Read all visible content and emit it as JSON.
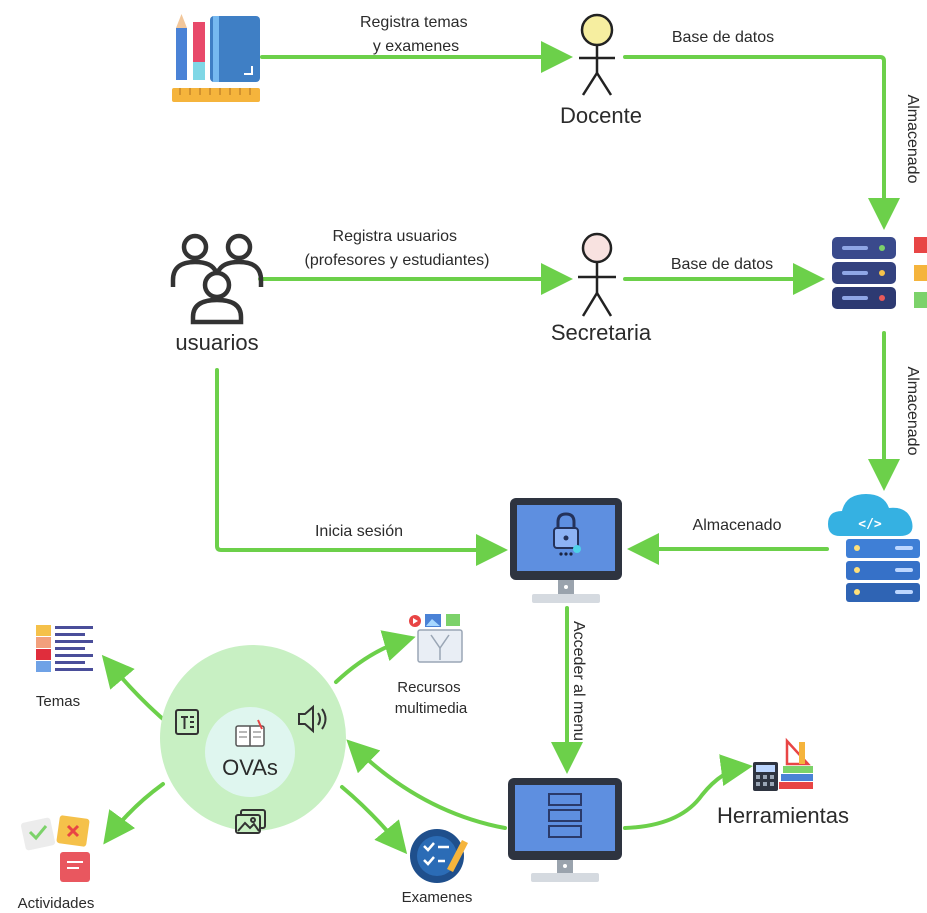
{
  "edges": {
    "registra_temas": [
      "Registra temas",
      "y examenes"
    ],
    "registra_usuarios": [
      "Registra usuarios",
      "(profesores y estudiantes)"
    ],
    "base_datos_docente": "Base de datos",
    "base_datos_secretaria": "Base de datos",
    "almacenado_1": "Almacenado",
    "almacenado_2": "Almacenado",
    "almacenado_3": "Almacenado",
    "inicia_sesion": "Inicia sesión",
    "acceder_menu": "Acceder al menu"
  },
  "nodes": {
    "docente": "Docente",
    "secretaria": "Secretaria",
    "usuarios": "usuarios",
    "ovas": "OVAs",
    "temas": "Temas",
    "recursos": [
      "Recursos",
      "multimedia"
    ],
    "actividades": "Actividades",
    "examenes": "Examenes",
    "herramientas": "Herramientas"
  },
  "colors": {
    "arrow": "#6cd04a",
    "ovas_circle": "#c8f0c3",
    "ovas_inner": "#dff6ef",
    "monitor_screen": "#5e8fe0",
    "monitor_frame": "#2e3440",
    "database": "#3a4a8c",
    "cloud": "#35b1e2"
  },
  "icons": [
    "stationery-icon",
    "users-icon",
    "database-icon",
    "cloud-server-icon",
    "lock-monitor-icon",
    "menu-monitor-icon",
    "multimedia-icon",
    "text-list-icon",
    "sticky-notes-icon",
    "exam-badge-icon",
    "books-calculator-icon",
    "book-icon",
    "speaker-icon",
    "image-icon",
    "text-icon"
  ]
}
